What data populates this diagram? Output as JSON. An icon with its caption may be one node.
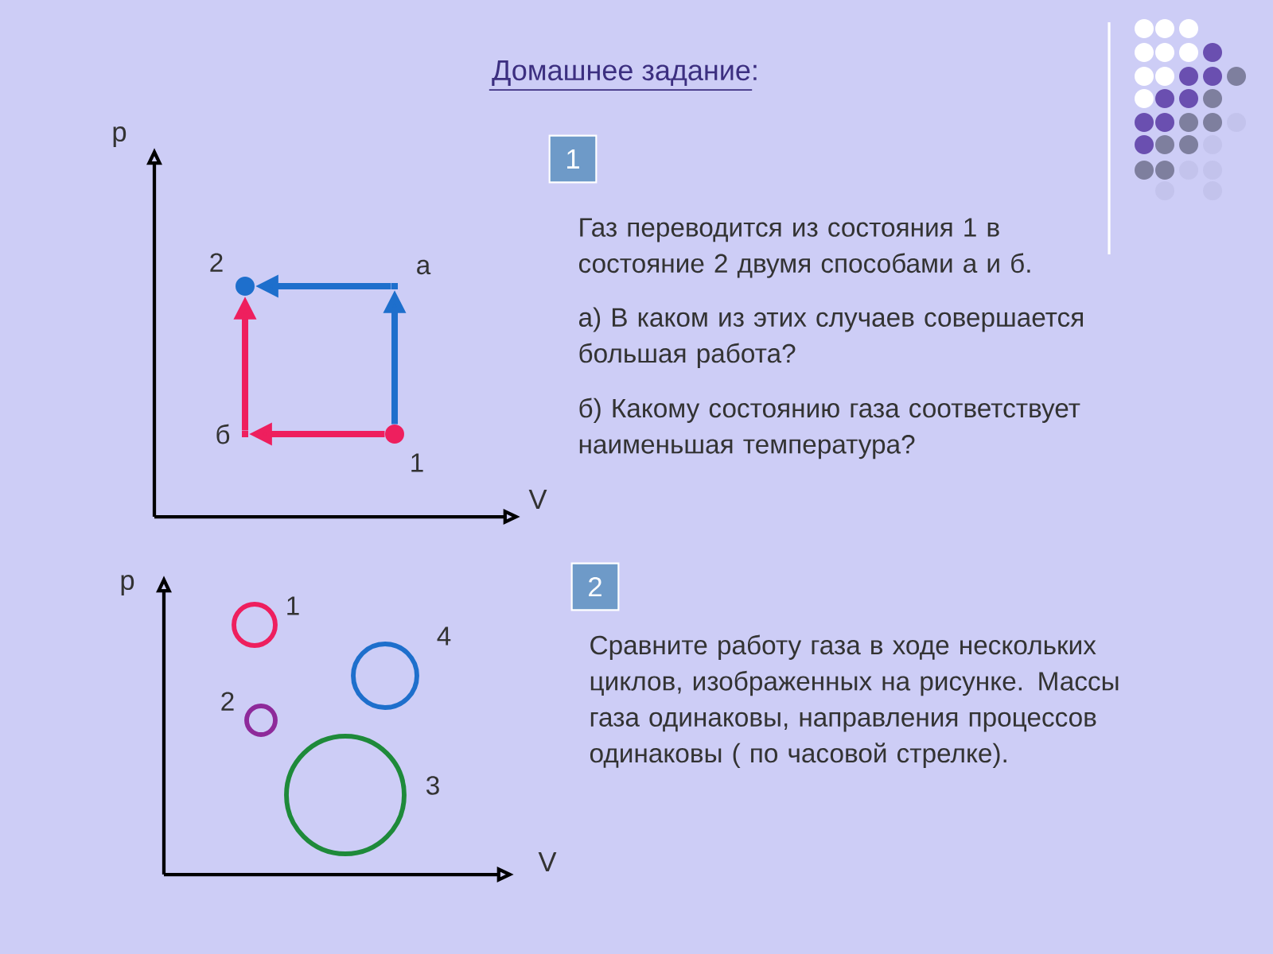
{
  "diagram": {
    "title": "Домашнее задание:",
    "nodes": [
      {
        "text": [
          "1"
        ]
      },
      {
        "text": [],
        "shape": "circle",
        "beside": [
          "1"
        ]
      },
      {
        "text": [],
        "shape": "point",
        "beside": [
          "а"
        ]
      },
      {
        "text": [],
        "shape": "circle",
        "beside": [
          "2"
        ]
      },
      {
        "text": [],
        "shape": "point",
        "beside": [
          "б"
        ]
      },
      {
        "text": [
          "2"
        ]
      },
      {
        "text": [],
        "shape": "circle",
        "beside": [
          "1"
        ]
      },
      {
        "text": [],
        "shape": "circle",
        "beside": [
          "4"
        ]
      },
      {
        "text": [],
        "shape": "circle",
        "beside": [
          "2"
        ]
      },
      {
        "text": [],
        "shape": "circle",
        "beside": [
          "3"
        ]
      }
    ],
    "edges": [
      {
        "from": 1,
        "to": 2,
        "arrow": "to",
        "color": "#1e6fcc"
      },
      {
        "from": 2,
        "to": 3,
        "arrow": "to",
        "color": "#1e6fcc"
      },
      {
        "from": 1,
        "to": 4,
        "arrow": "to",
        "color": "#ee1f5e"
      },
      {
        "from": 4,
        "to": 3,
        "arrow": "to",
        "color": "#ee1f5e"
      }
    ],
    "labels": [
      "p",
      "Газ переводится из состояния 1 в состояние 2 двумя способами а и б.",
      "а) В каком из этих случаев совершается большая работа?",
      "б) Какому состоянию газа соответствует наименьшая температура?",
      "V",
      "p",
      "Сравните работу газа в ходе нескольких циклов, изображенных на рисунке. Массы газа одинаковы, направления процессов одинаковы ( по часовой стрелке).",
      "V"
    ]
  }
}
